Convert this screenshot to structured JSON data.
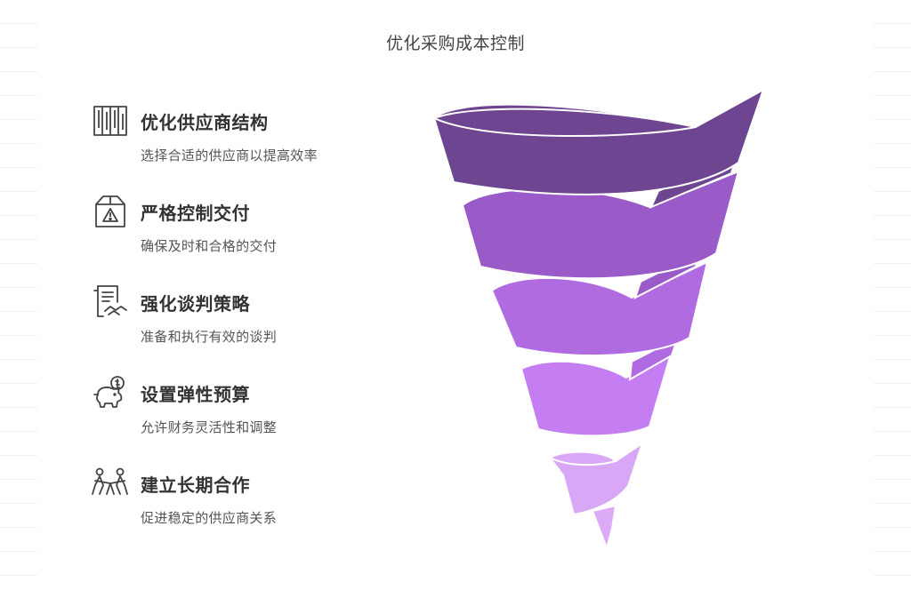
{
  "title": "优化采购成本控制",
  "steps": [
    {
      "title": "优化供应商结构",
      "desc": "选择合适的供应商以提高效率",
      "icon": "shelving-icon"
    },
    {
      "title": "严格控制交付",
      "desc": "确保及时和合格的交付",
      "icon": "warning-box-icon"
    },
    {
      "title": "强化谈判策略",
      "desc": "准备和执行有效的谈判",
      "icon": "contract-handshake-icon"
    },
    {
      "title": "设置弹性预算",
      "desc": "允许财务灵活性和调整",
      "icon": "piggy-bank-icon"
    },
    {
      "title": "建立长期合作",
      "desc": "促进稳定的供应商关系",
      "icon": "people-icon"
    }
  ],
  "colors": {
    "band1": "#6e4590",
    "band2": "#9a5bc8",
    "band3": "#b06be0",
    "band4": "#c47ef2",
    "band5": "#d8a8f7",
    "tip": "#dcaaf6",
    "text": "#333333"
  }
}
